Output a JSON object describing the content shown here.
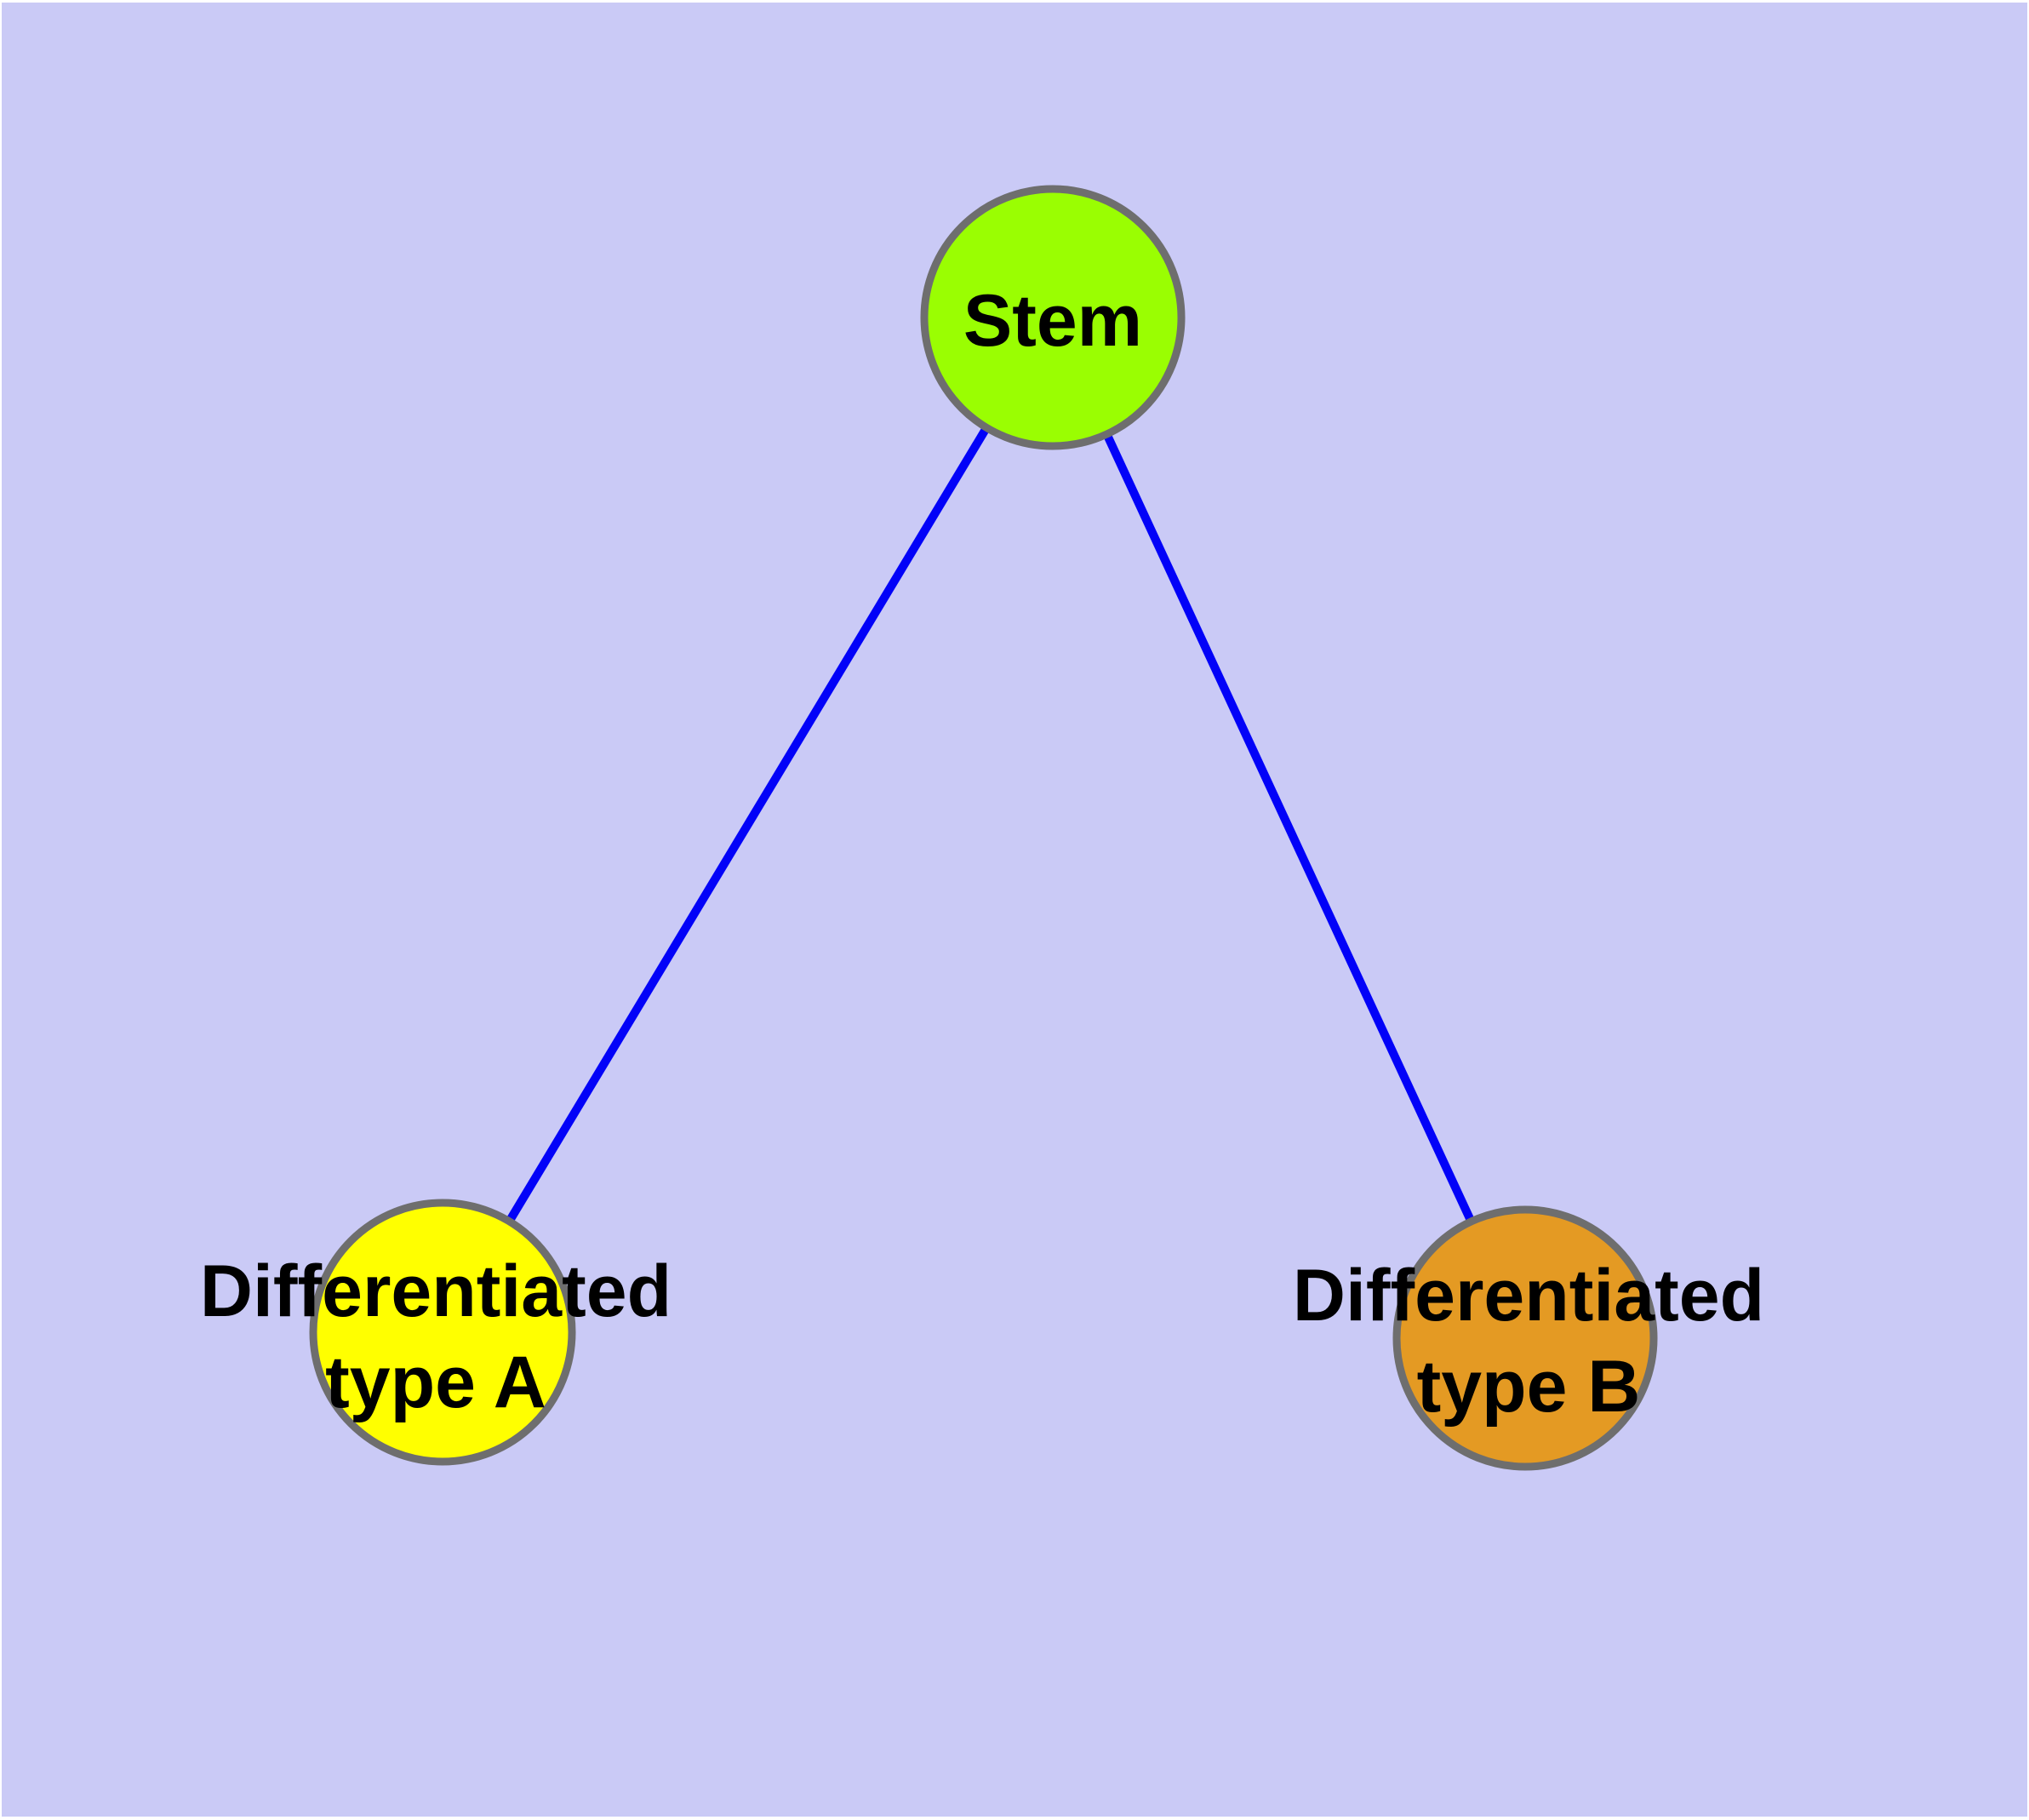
{
  "diagram": {
    "background_color": "#CACAF6",
    "frame_color": "#FFFFFF",
    "edge_color": "#0202F8",
    "node_border_color": "#6E6E6E",
    "label_color": "#000000",
    "nodes": [
      {
        "id": "stem",
        "label": "Stem",
        "fill": "#9AFE02"
      },
      {
        "id": "differentiated-type-a",
        "label_line1": "Differentiated",
        "label_line2": "type A",
        "fill": "#FFFF00"
      },
      {
        "id": "differentiated-type-b",
        "label_line1": "Differentiated",
        "label_line2": "type B",
        "fill": "#E49A23"
      }
    ],
    "edges": [
      {
        "from": "Stem",
        "to": "Differentiated type A"
      },
      {
        "from": "Stem",
        "to": "Differentiated type B"
      }
    ]
  }
}
